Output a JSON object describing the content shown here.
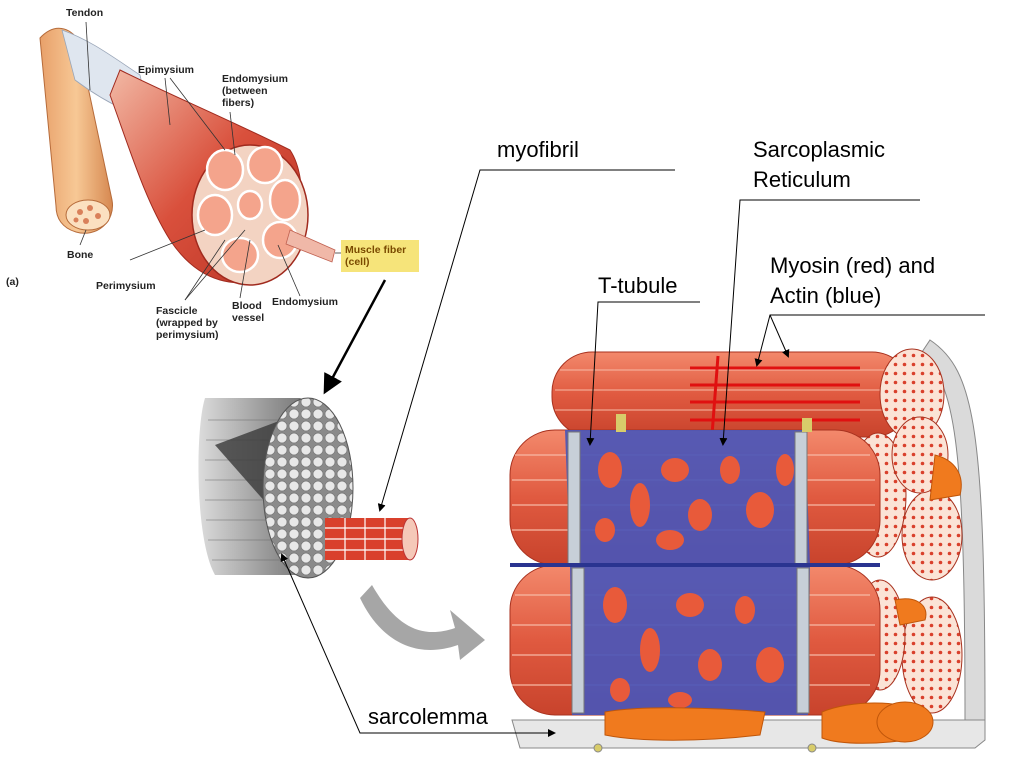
{
  "panel_a": {
    "panel_label": "(a)",
    "labels": {
      "tendon": "Tendon",
      "epimysium": "Epimysium",
      "endomysium_top": "Endomysium\n(between\nfibers)",
      "bone": "Bone",
      "perimysium": "Perimysium",
      "fascicle": "Fascicle\n(wrapped by\nperimysium)",
      "blood_vessel": "Blood\nvessel",
      "endomysium_bottom": "Endomysium",
      "muscle_fiber": "Muscle fiber\n(cell)"
    }
  },
  "callouts": {
    "myofibril": "myofibril",
    "sarcoplasmic_reticulum": "Sarcoplasmic\nReticulum",
    "t_tubule": "T-tubule",
    "myosin_actin": "Myosin (red) and\nActin (blue)",
    "sarcolemma": "sarcolemma"
  },
  "colors": {
    "muscle_red": "#d9402c",
    "muscle_light": "#f0876a",
    "reticulum_blue": "#4a56b8",
    "highlight": "#f6e47a",
    "gray_sarcolemma": "#b9b9b9"
  }
}
